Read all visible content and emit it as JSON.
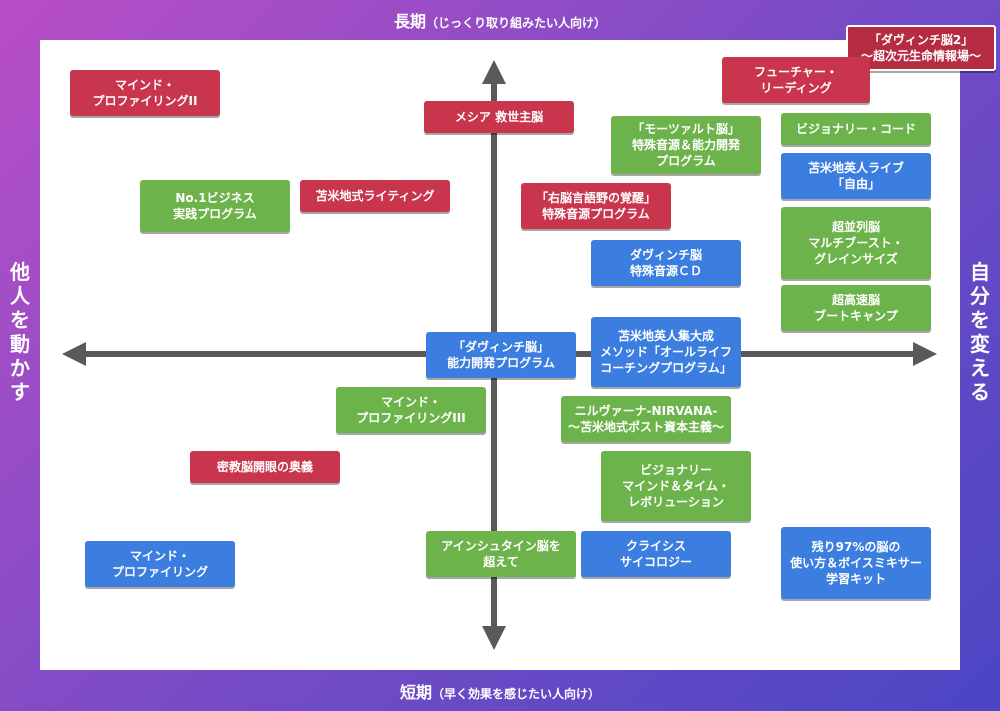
{
  "axes": {
    "top": {
      "main": "長期",
      "sub": "（じっくり取り組みたい人向け）"
    },
    "bottom": {
      "main": "短期",
      "sub": "（早く効果を感じたい人向け）"
    },
    "left": "他人を動かす",
    "right": "自分を変える"
  },
  "colors": {
    "red": "#c8354c",
    "green": "#6db34b",
    "blue": "#3b7ee0",
    "axis": "#5a5a5a"
  },
  "programs": [
    {
      "id": "davinci2",
      "label": "「ダヴィンチ脳2」\n～超次元生命情報場～",
      "color": "dark"
    },
    {
      "id": "mind-profiling-2",
      "label": "マインド・\nプロファイリングII",
      "color": "red"
    },
    {
      "id": "future-reading",
      "label": "フューチャー・\nリーディング",
      "color": "red"
    },
    {
      "id": "messiah",
      "label": "メシア 救世主脳",
      "color": "red"
    },
    {
      "id": "mozart",
      "label": "「モーツァルト脳」\n特殊音源＆能力開発\nプログラム",
      "color": "green"
    },
    {
      "id": "visionary-code",
      "label": "ビジョナリー・コード",
      "color": "green"
    },
    {
      "id": "live-freedom",
      "label": "苫米地英人ライブ\n「自由」",
      "color": "blue"
    },
    {
      "id": "no1-business",
      "label": "No.1ビジネス\n実践プログラム",
      "color": "green"
    },
    {
      "id": "writing",
      "label": "苫米地式ライティング",
      "color": "red"
    },
    {
      "id": "right-brain",
      "label": "「右脳言語野の覚醒」\n特殊音源プログラム",
      "color": "red"
    },
    {
      "id": "super-parallel",
      "label": "超並列脳\nマルチブースト・\nグレインサイズ",
      "color": "green"
    },
    {
      "id": "davinci-cd",
      "label": "ダヴィンチ脳\n特殊音源ＣＤ",
      "color": "blue"
    },
    {
      "id": "super-speed",
      "label": "超高速脳\nブートキャンプ",
      "color": "green"
    },
    {
      "id": "davinci-ability",
      "label": "「ダヴィンチ脳」\n能力開発プログラム",
      "color": "blue"
    },
    {
      "id": "all-life",
      "label": "苫米地英人集大成\nメソッド「オールライフ\nコーチングプログラム」",
      "color": "blue"
    },
    {
      "id": "mind-profiling-3",
      "label": "マインド・\nプロファイリングIII",
      "color": "green"
    },
    {
      "id": "nirvana",
      "label": "ニルヴァーナ-NIRVANA-\n～苫米地式ポスト資本主義～",
      "color": "green"
    },
    {
      "id": "esoteric",
      "label": "密教脳開眼の奥義",
      "color": "red"
    },
    {
      "id": "visionary-mind",
      "label": "ビジョナリー\nマインド＆タイム・\nレボリューション",
      "color": "green"
    },
    {
      "id": "mind-profiling",
      "label": "マインド・\nプロファイリング",
      "color": "blue"
    },
    {
      "id": "einstein",
      "label": "アインシュタイン脳を\n超えて",
      "color": "green"
    },
    {
      "id": "crisis",
      "label": "クライシス\nサイコロジー",
      "color": "blue"
    },
    {
      "id": "remaining-97",
      "label": "残り97%の脳の\n使い方＆ボイスミキサー\n学習キット",
      "color": "blue"
    }
  ]
}
